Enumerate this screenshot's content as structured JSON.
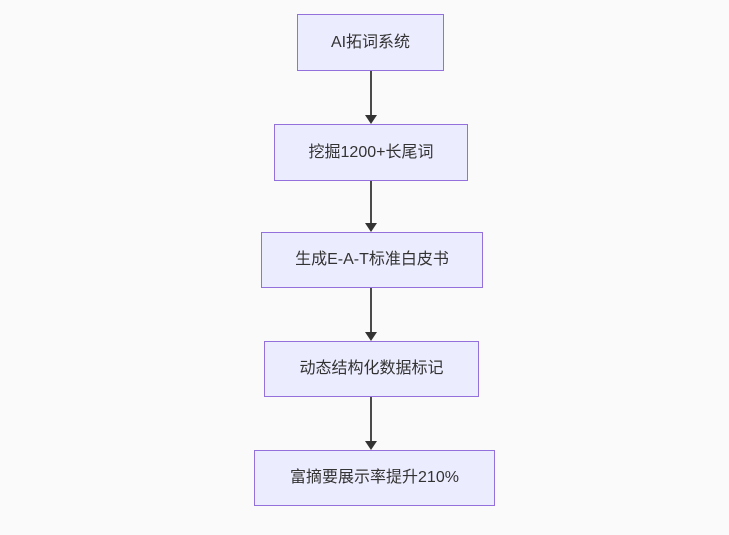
{
  "diagram": {
    "type": "flowchart",
    "direction": "top-down",
    "nodes": [
      {
        "id": "A",
        "label": "AI拓词系统"
      },
      {
        "id": "B",
        "label": "挖掘1200+长尾词"
      },
      {
        "id": "C",
        "label": "生成E-A-T标准白皮书"
      },
      {
        "id": "D",
        "label": "动态结构化数据标记"
      },
      {
        "id": "E",
        "label": "富摘要展示率提升210%"
      }
    ],
    "edges": [
      {
        "from": "AI拓词系统",
        "to": "挖掘1200+长尾词"
      },
      {
        "from": "挖掘1200+长尾词",
        "to": "生成E-A-T标准白皮书"
      },
      {
        "from": "生成E-A-T标准白皮书",
        "to": "动态结构化数据标记"
      },
      {
        "from": "动态结构化数据标记",
        "to": "富摘要展示率提升210%"
      }
    ],
    "colors": {
      "background": "#fafafa",
      "node_fill": "#ECECFF",
      "node_border": "#9370DB",
      "arrow_line": "#4a4a4a",
      "arrow_head": "#333333",
      "text": "#333333"
    }
  }
}
